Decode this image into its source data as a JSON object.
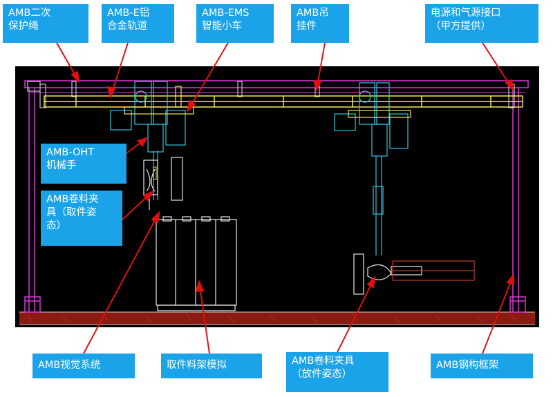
{
  "labels": {
    "rope": {
      "lines": [
        "AMB二次",
        "保护绳"
      ]
    },
    "track": {
      "lines": [
        "AMB-E铝",
        "合金轨道"
      ]
    },
    "ems": {
      "lines": [
        "AMB-EMS",
        "智能小车"
      ]
    },
    "hanger": {
      "lines": [
        "AMB吊",
        "挂件"
      ]
    },
    "power": {
      "lines": [
        "电源和气源接口",
        "（甲方提供）"
      ]
    },
    "oht": {
      "lines": [
        "AMB-OHT",
        "机械手"
      ]
    },
    "clamp_pick": {
      "lines": [
        "AMB卷料夹",
        "具（取件姿",
        "态）"
      ]
    },
    "vision": {
      "lines": [
        "AMB视觉系统"
      ]
    },
    "rack": {
      "lines": [
        "取件料架模拟"
      ]
    },
    "clamp_place": {
      "lines": [
        "AMB卷料夹具",
        "（放件姿态）"
      ]
    },
    "frame": {
      "lines": [
        "AMB钢构框架"
      ]
    }
  },
  "colors": {
    "callout_bg": "#1aa3e8",
    "callout_text": "#ffffff",
    "cad_background": "#000000",
    "frame_magenta": "#d63bd6",
    "rail_yellow": "#f5e65a",
    "mech_cyan": "#2ec9e6",
    "rack_white": "#e8e8e8",
    "floor_red": "#8a1a12",
    "arrow_red": "#e01010"
  }
}
